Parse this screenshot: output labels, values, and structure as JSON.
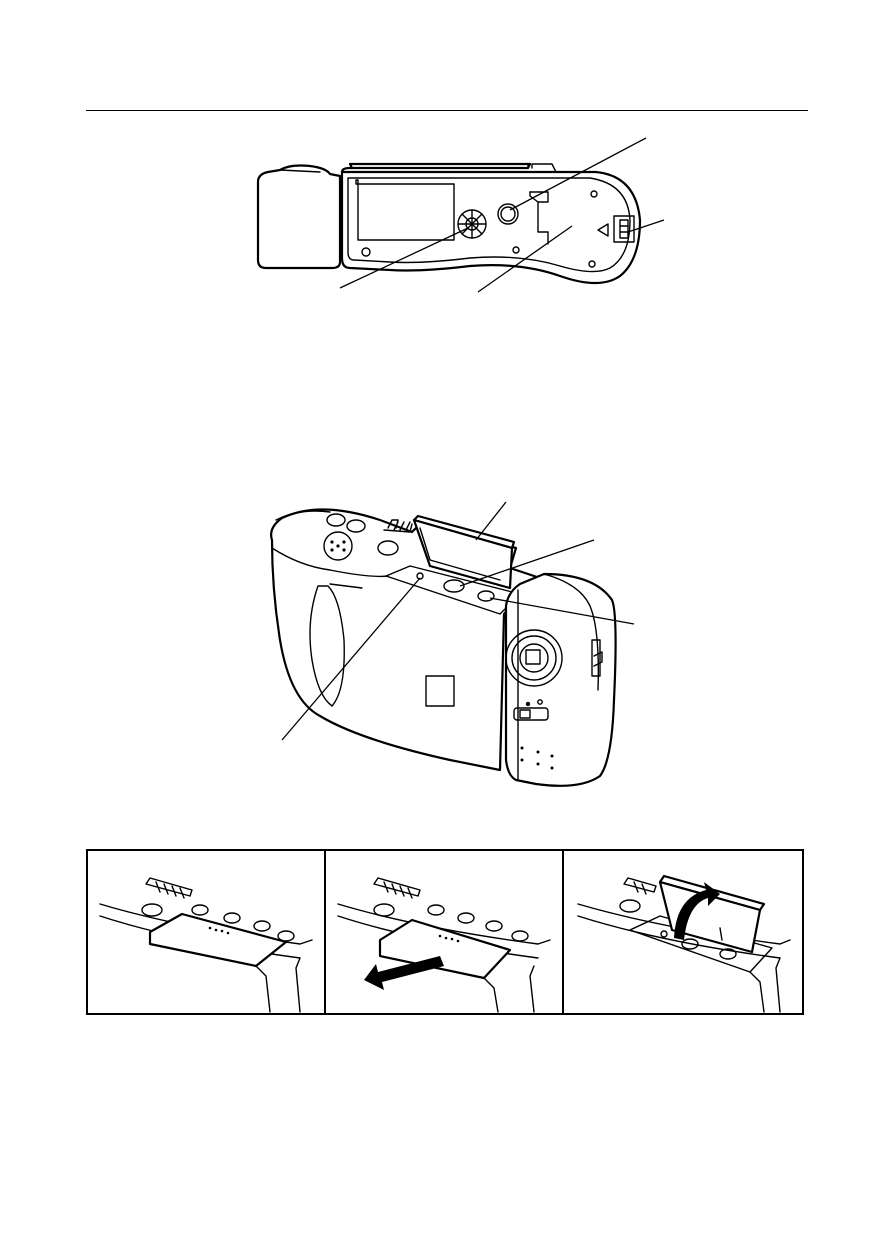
{
  "page": {
    "header_rule": true,
    "figures": [
      {
        "id": "camera-bottom-view",
        "icon": "camera-bottom-illustration"
      },
      {
        "id": "camera-front-view",
        "icon": "camera-front-illustration"
      },
      {
        "id": "cover-opening-steps",
        "panels": 3,
        "icon": "card-cover-steps-illustration"
      }
    ]
  }
}
